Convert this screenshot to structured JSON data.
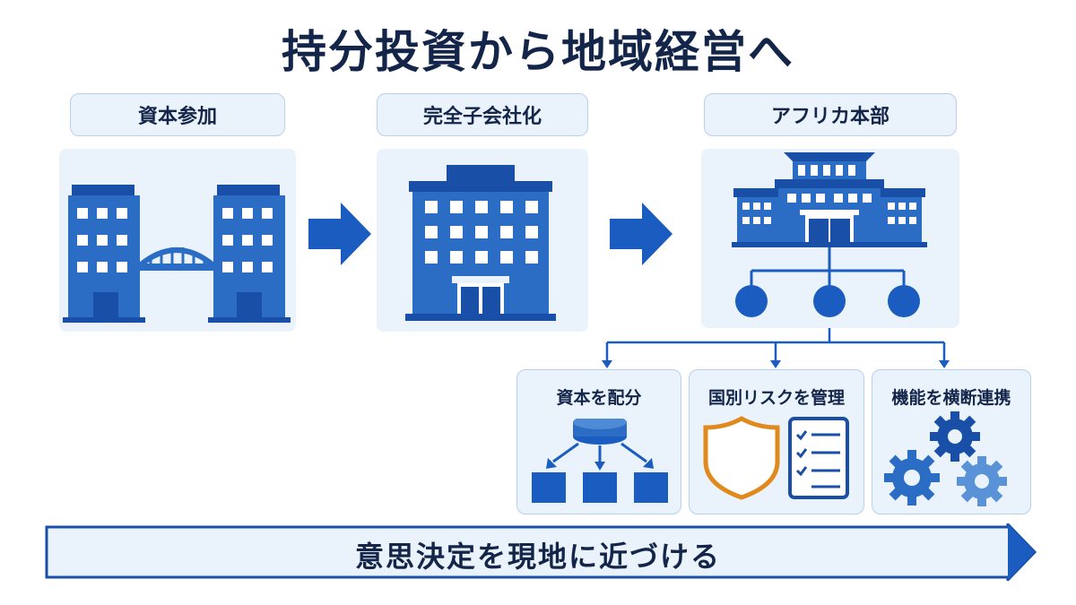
{
  "title": "持分投資から地域経営へ",
  "stages": [
    {
      "label": "資本参加",
      "icon": "buildings-bridge-icon"
    },
    {
      "label": "完全子会社化",
      "icon": "office-building-icon"
    },
    {
      "label": "アフリカ本部",
      "icon": "headquarters-org-chart-icon"
    }
  ],
  "functions": [
    {
      "label": "資本を配分",
      "icon": "capital-allocation-icon"
    },
    {
      "label": "国別リスクを管理",
      "icon": "shield-checklist-icon"
    },
    {
      "label": "機能を横断連携",
      "icon": "gears-icon"
    }
  ],
  "bottom_message": "意思決定を現地に近づける",
  "colors": {
    "primary": "#2b6cc4",
    "dark_blue": "#1a4fa8",
    "light_panel": "#eaf3fc",
    "title_navy": "#14254a",
    "shield_orange": "#e08a1e"
  }
}
